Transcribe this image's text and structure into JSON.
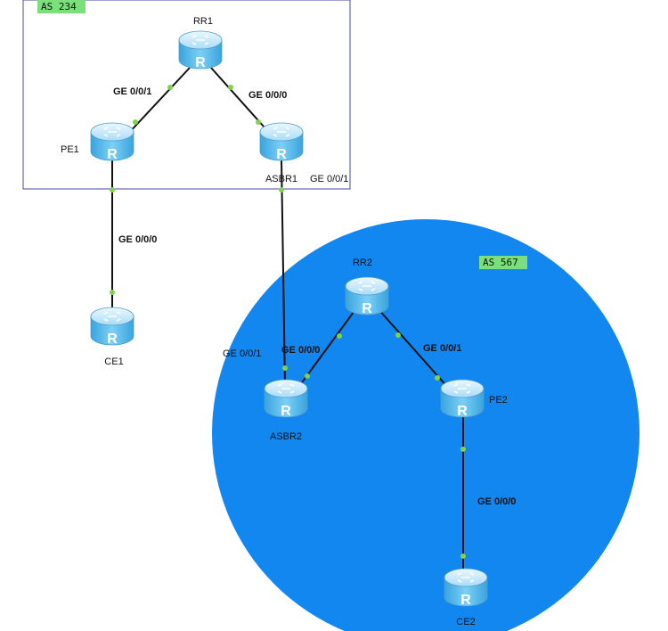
{
  "colors": {
    "as_box_border": "#4a4aa8",
    "as_circle_fill": "#1187ef",
    "tag_fill": "#7be07b",
    "link": "#111111",
    "port_dot": "#7fd24a",
    "router_top": "#cfeaff",
    "router_side": "#5ab8ea"
  },
  "areas": {
    "as234": {
      "label": "AS 234"
    },
    "as567": {
      "label": "AS 567"
    }
  },
  "routers": {
    "rr1": {
      "label": "RR1",
      "glyph": "R",
      "icon": "router-icon"
    },
    "pe1": {
      "label": "PE1",
      "glyph": "R",
      "icon": "router-icon"
    },
    "asbr1": {
      "label": "ASBR1",
      "glyph": "R",
      "icon": "router-icon"
    },
    "ce1": {
      "label": "CE1",
      "glyph": "R",
      "icon": "router-icon"
    },
    "rr2": {
      "label": "RR2",
      "glyph": "R",
      "icon": "router-icon"
    },
    "asbr2": {
      "label": "ASBR2",
      "glyph": "R",
      "icon": "router-icon"
    },
    "pe2": {
      "label": "PE2",
      "glyph": "R",
      "icon": "router-icon"
    },
    "ce2": {
      "label": "CE2",
      "glyph": "R",
      "icon": "router-icon"
    }
  },
  "ports": {
    "rr1_pe1": "GE 0/0/1",
    "rr1_asbr1": "GE 0/0/0",
    "asbr1_asbr2": "GE 0/0/1",
    "pe1_ce1": "GE 0/0/0",
    "asbr2_asbr1": "GE 0/0/1",
    "asbr2_rr2": "GE 0/0/0",
    "rr2_pe2": "GE 0/0/1",
    "pe2_ce2": "GE 0/0/0"
  }
}
